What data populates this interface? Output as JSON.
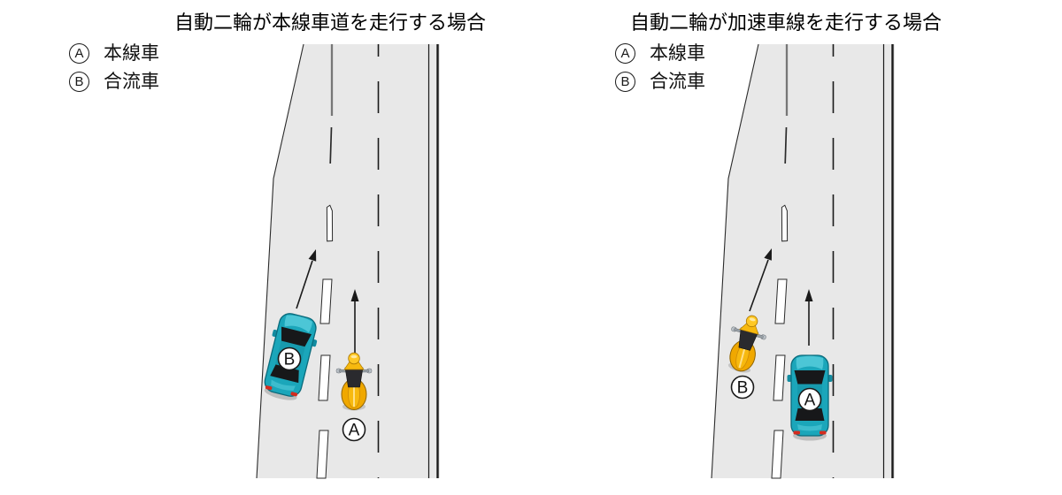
{
  "panels": [
    {
      "title": "自動二輪が本線車道を走行する場合",
      "legend": [
        {
          "symbol": "A",
          "label": "本線車"
        },
        {
          "symbol": "B",
          "label": "合流車"
        }
      ],
      "markers": {
        "main_vehicle": "A",
        "merging_vehicle": "B"
      }
    },
    {
      "title": "自動二輪が加速車線を走行する場合",
      "legend": [
        {
          "symbol": "A",
          "label": "本線車"
        },
        {
          "symbol": "B",
          "label": "合流車"
        }
      ],
      "markers": {
        "main_vehicle": "A",
        "merging_vehicle": "B"
      }
    }
  ],
  "colors": {
    "road_surface": "#e8e8e8",
    "lane_line_black": "#1a1a1a",
    "merge_solid_line_gray": "#777777",
    "lane_mark_white": "#ffffff",
    "car_body_teal": "#1ba6ba",
    "car_window_black": "#17181a",
    "motorcycle_gold": "#f7b90f",
    "marker_circle_fill": "#ffffff"
  }
}
